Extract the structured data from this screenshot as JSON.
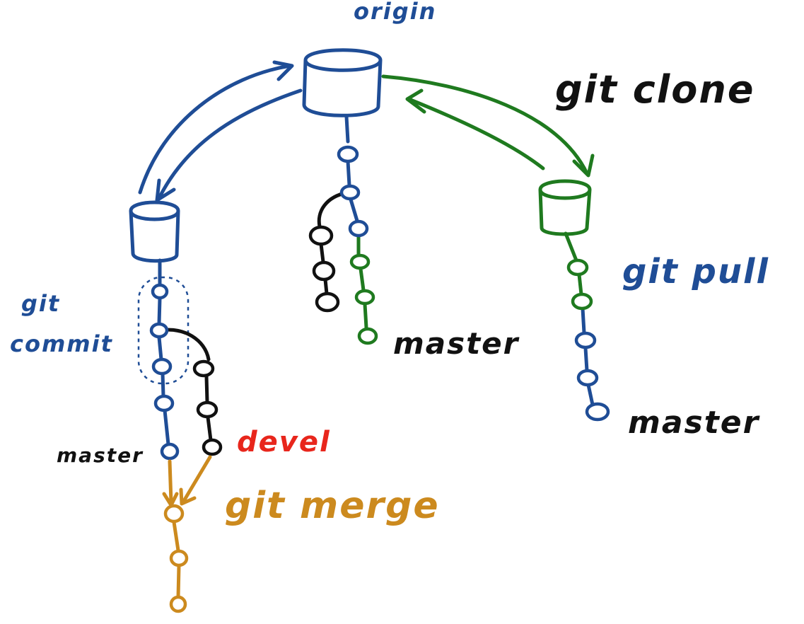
{
  "colors": {
    "blue": "#1f4d96",
    "green": "#1f7a1f",
    "black": "#111111",
    "red": "#e8261c",
    "orange": "#cc8a1e"
  },
  "labels": {
    "origin": "origin",
    "git_clone": "git clone",
    "git_pull": "git pull",
    "git_commit_line1": "git",
    "git_commit_line2": "commit",
    "master_origin": "master",
    "master_clone": "master",
    "master_local": "master",
    "devel": "devel",
    "git_merge": "git merge"
  }
}
